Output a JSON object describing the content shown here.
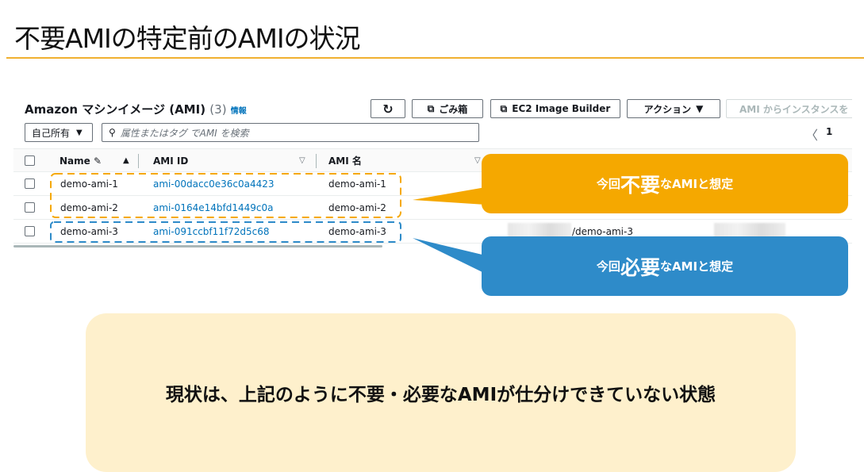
{
  "slide_title": "不要AMIの特定前のAMIの状況",
  "console": {
    "heading": "Amazon マシンイメージ (AMI)",
    "count": "(3)",
    "info_link": "情報",
    "buttons": {
      "refresh": "↻",
      "recycle_bin": "ごみ箱",
      "image_builder": "EC2 Image Builder",
      "actions": "アクション",
      "launch": "AMI からインスタンスを"
    },
    "filter_select": "自己所有",
    "search_placeholder": "属性またはタグ でAMI を検索",
    "page": "1",
    "columns": [
      "Name",
      "AMI ID",
      "AMI 名"
    ],
    "rows": [
      {
        "name": "demo-ami-1",
        "id": "ami-00dacc0e36c0a4423",
        "ami_name": "demo-ami-1"
      },
      {
        "name": "demo-ami-2",
        "id": "ami-0164e14bfd1449c0a",
        "ami_name": "demo-ami-2"
      },
      {
        "name": "demo-ami-3",
        "id": "ami-091ccbf11f72d5c68",
        "ami_name": "demo-ami-3",
        "source": "/demo-ami-3"
      }
    ]
  },
  "callouts": {
    "unneeded": {
      "pre": "今回",
      "big": "不要",
      "post": "なAMIと想定",
      "color": "#F5A800"
    },
    "needed": {
      "pre": "今回",
      "big": "必要",
      "post": "なAMIと想定",
      "color": "#2E8BC9"
    }
  },
  "summary": "現状は、上記のように不要・必要なAMIが仕分けできていない状態"
}
